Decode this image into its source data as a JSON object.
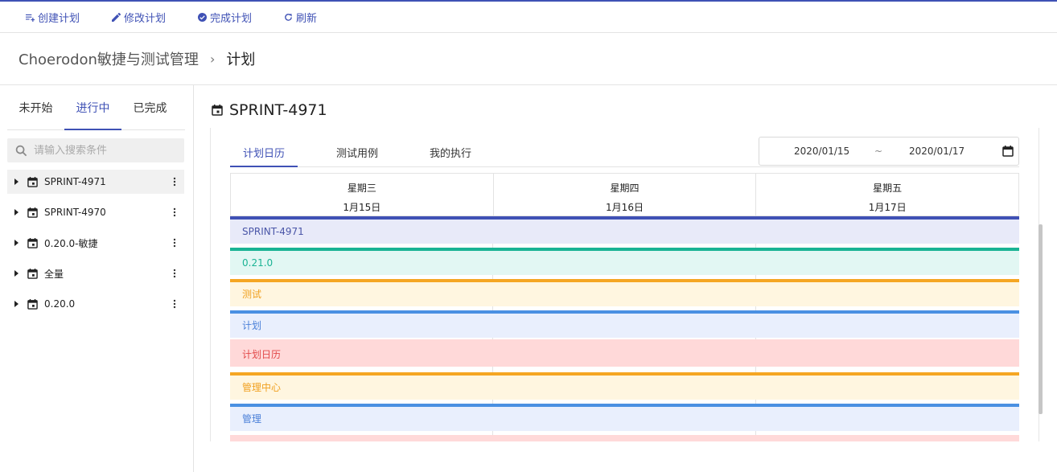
{
  "toolbar": {
    "create_label": "创建计划",
    "edit_label": "修改计划",
    "complete_label": "完成计划",
    "refresh_label": "刷新"
  },
  "breadcrumb": {
    "root": "Choerodon敏捷与测试管理",
    "separator": "›",
    "current": "计划"
  },
  "sidebar": {
    "status_tabs": [
      "未开始",
      "进行中",
      "已完成"
    ],
    "active_status": "进行中",
    "search_placeholder": "请输入搜索条件",
    "items": [
      {
        "label": "SPRINT-4971",
        "selected": true
      },
      {
        "label": "SPRINT-4970",
        "selected": false
      },
      {
        "label": "0.20.0-敏捷",
        "selected": false
      },
      {
        "label": "全量",
        "selected": false
      },
      {
        "label": "0.20.0",
        "selected": false
      }
    ]
  },
  "main": {
    "plan_title": "SPRINT-4971",
    "view_tabs": [
      "计划日历",
      "测试用例",
      "我的执行"
    ],
    "active_view": "计划日历",
    "date_range": {
      "start": "2020/01/15",
      "separator": "~",
      "end": "2020/01/17"
    },
    "calendar": {
      "days": [
        {
          "weekday": "星期三",
          "date": "1月15日"
        },
        {
          "weekday": "星期四",
          "date": "1月16日"
        },
        {
          "weekday": "星期五",
          "date": "1月17日"
        }
      ],
      "bars": [
        {
          "label": "SPRINT-4971",
          "accent": "#3f51b5",
          "bg": "#e8eaf9",
          "text": "#4a56a8"
        },
        {
          "label": "0.21.0",
          "accent": "#1ab394",
          "bg": "#e2f7f3",
          "text": "#1ab394"
        },
        {
          "label": "测试",
          "accent": "#f5a623",
          "bg": "#fff6e0",
          "text": "#f0a020"
        },
        {
          "label": "计划",
          "accent": "#4a90e2",
          "bg": "#e9effd",
          "text": "#4a7fd8"
        },
        {
          "label": "计划日历",
          "accent": "#ffd9d9",
          "bg": "#ffd9d9",
          "text": "#e24a4a"
        },
        {
          "label": "管理中心",
          "accent": "#f5a623",
          "bg": "#fff6e0",
          "text": "#f0a020"
        },
        {
          "label": "管理",
          "accent": "#4a90e2",
          "bg": "#e9effd",
          "text": "#4a7fd8"
        }
      ]
    }
  },
  "colors": {
    "primary": "#3f51b5",
    "border": "#e3e3e3"
  }
}
